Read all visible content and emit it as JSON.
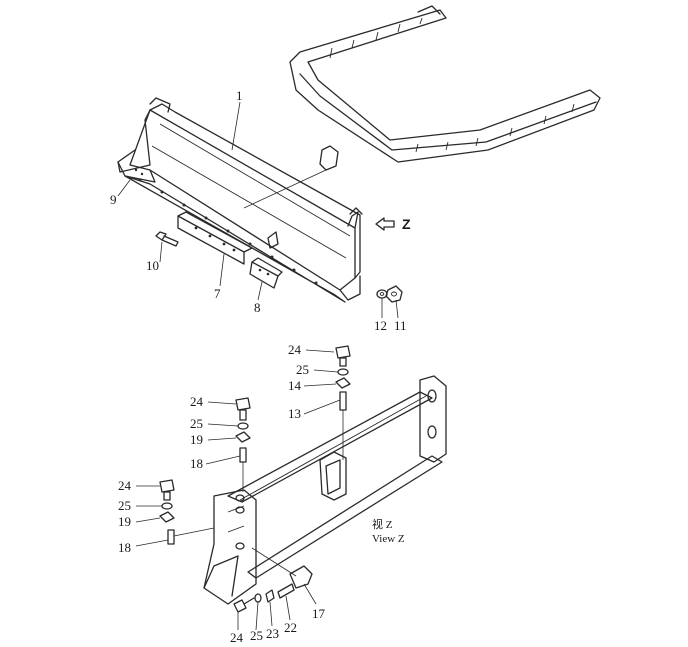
{
  "view_marker": {
    "letter": "Z"
  },
  "view_caption": {
    "cn": "视 Z",
    "en": "View Z"
  },
  "callouts": [
    {
      "id": "c1",
      "text": "1"
    },
    {
      "id": "c9",
      "text": "9"
    },
    {
      "id": "c10",
      "text": "10"
    },
    {
      "id": "c7",
      "text": "7"
    },
    {
      "id": "c8",
      "text": "8"
    },
    {
      "id": "c12",
      "text": "12"
    },
    {
      "id": "c11",
      "text": "11"
    },
    {
      "id": "c24a",
      "text": "24"
    },
    {
      "id": "c25a",
      "text": "25"
    },
    {
      "id": "c14",
      "text": "14"
    },
    {
      "id": "c13",
      "text": "13"
    },
    {
      "id": "c24b",
      "text": "24"
    },
    {
      "id": "c25b",
      "text": "25"
    },
    {
      "id": "c19a",
      "text": "19"
    },
    {
      "id": "c18a",
      "text": "18"
    },
    {
      "id": "c24c",
      "text": "24"
    },
    {
      "id": "c25c",
      "text": "25"
    },
    {
      "id": "c19b",
      "text": "19"
    },
    {
      "id": "c18b",
      "text": "18"
    },
    {
      "id": "c17",
      "text": "17"
    },
    {
      "id": "c24d",
      "text": "24"
    },
    {
      "id": "c25d",
      "text": "25"
    },
    {
      "id": "c23",
      "text": "23"
    },
    {
      "id": "c22",
      "text": "22"
    }
  ]
}
